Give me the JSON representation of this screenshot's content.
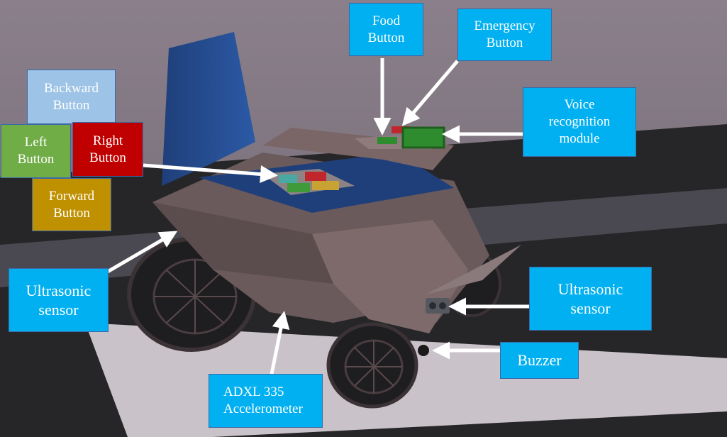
{
  "colors": {
    "label_blue": "#00b0f0",
    "backward": "#9dc3e6",
    "left": "#70ad47",
    "right": "#c00000",
    "forward": "#bf9000",
    "label_text": "#ffffff",
    "arrow": "#ffffff"
  },
  "labels": {
    "food": [
      "Food",
      "Button"
    ],
    "emergency": [
      "Emergency",
      "Button"
    ],
    "voice": [
      "Voice",
      "recognition",
      "module"
    ],
    "backward": [
      "Backward",
      "Button"
    ],
    "left": [
      "Left",
      "Button"
    ],
    "right": [
      "Right",
      "Button"
    ],
    "forward": [
      "Forward",
      "Button"
    ],
    "ultrasonic_left": [
      "Ultrasonic",
      "sensor"
    ],
    "ultrasonic_right": [
      "Ultrasonic",
      "sensor"
    ],
    "buzzer": "Buzzer",
    "accelerometer": [
      "ADXL 335",
      "Accelerometer"
    ]
  }
}
